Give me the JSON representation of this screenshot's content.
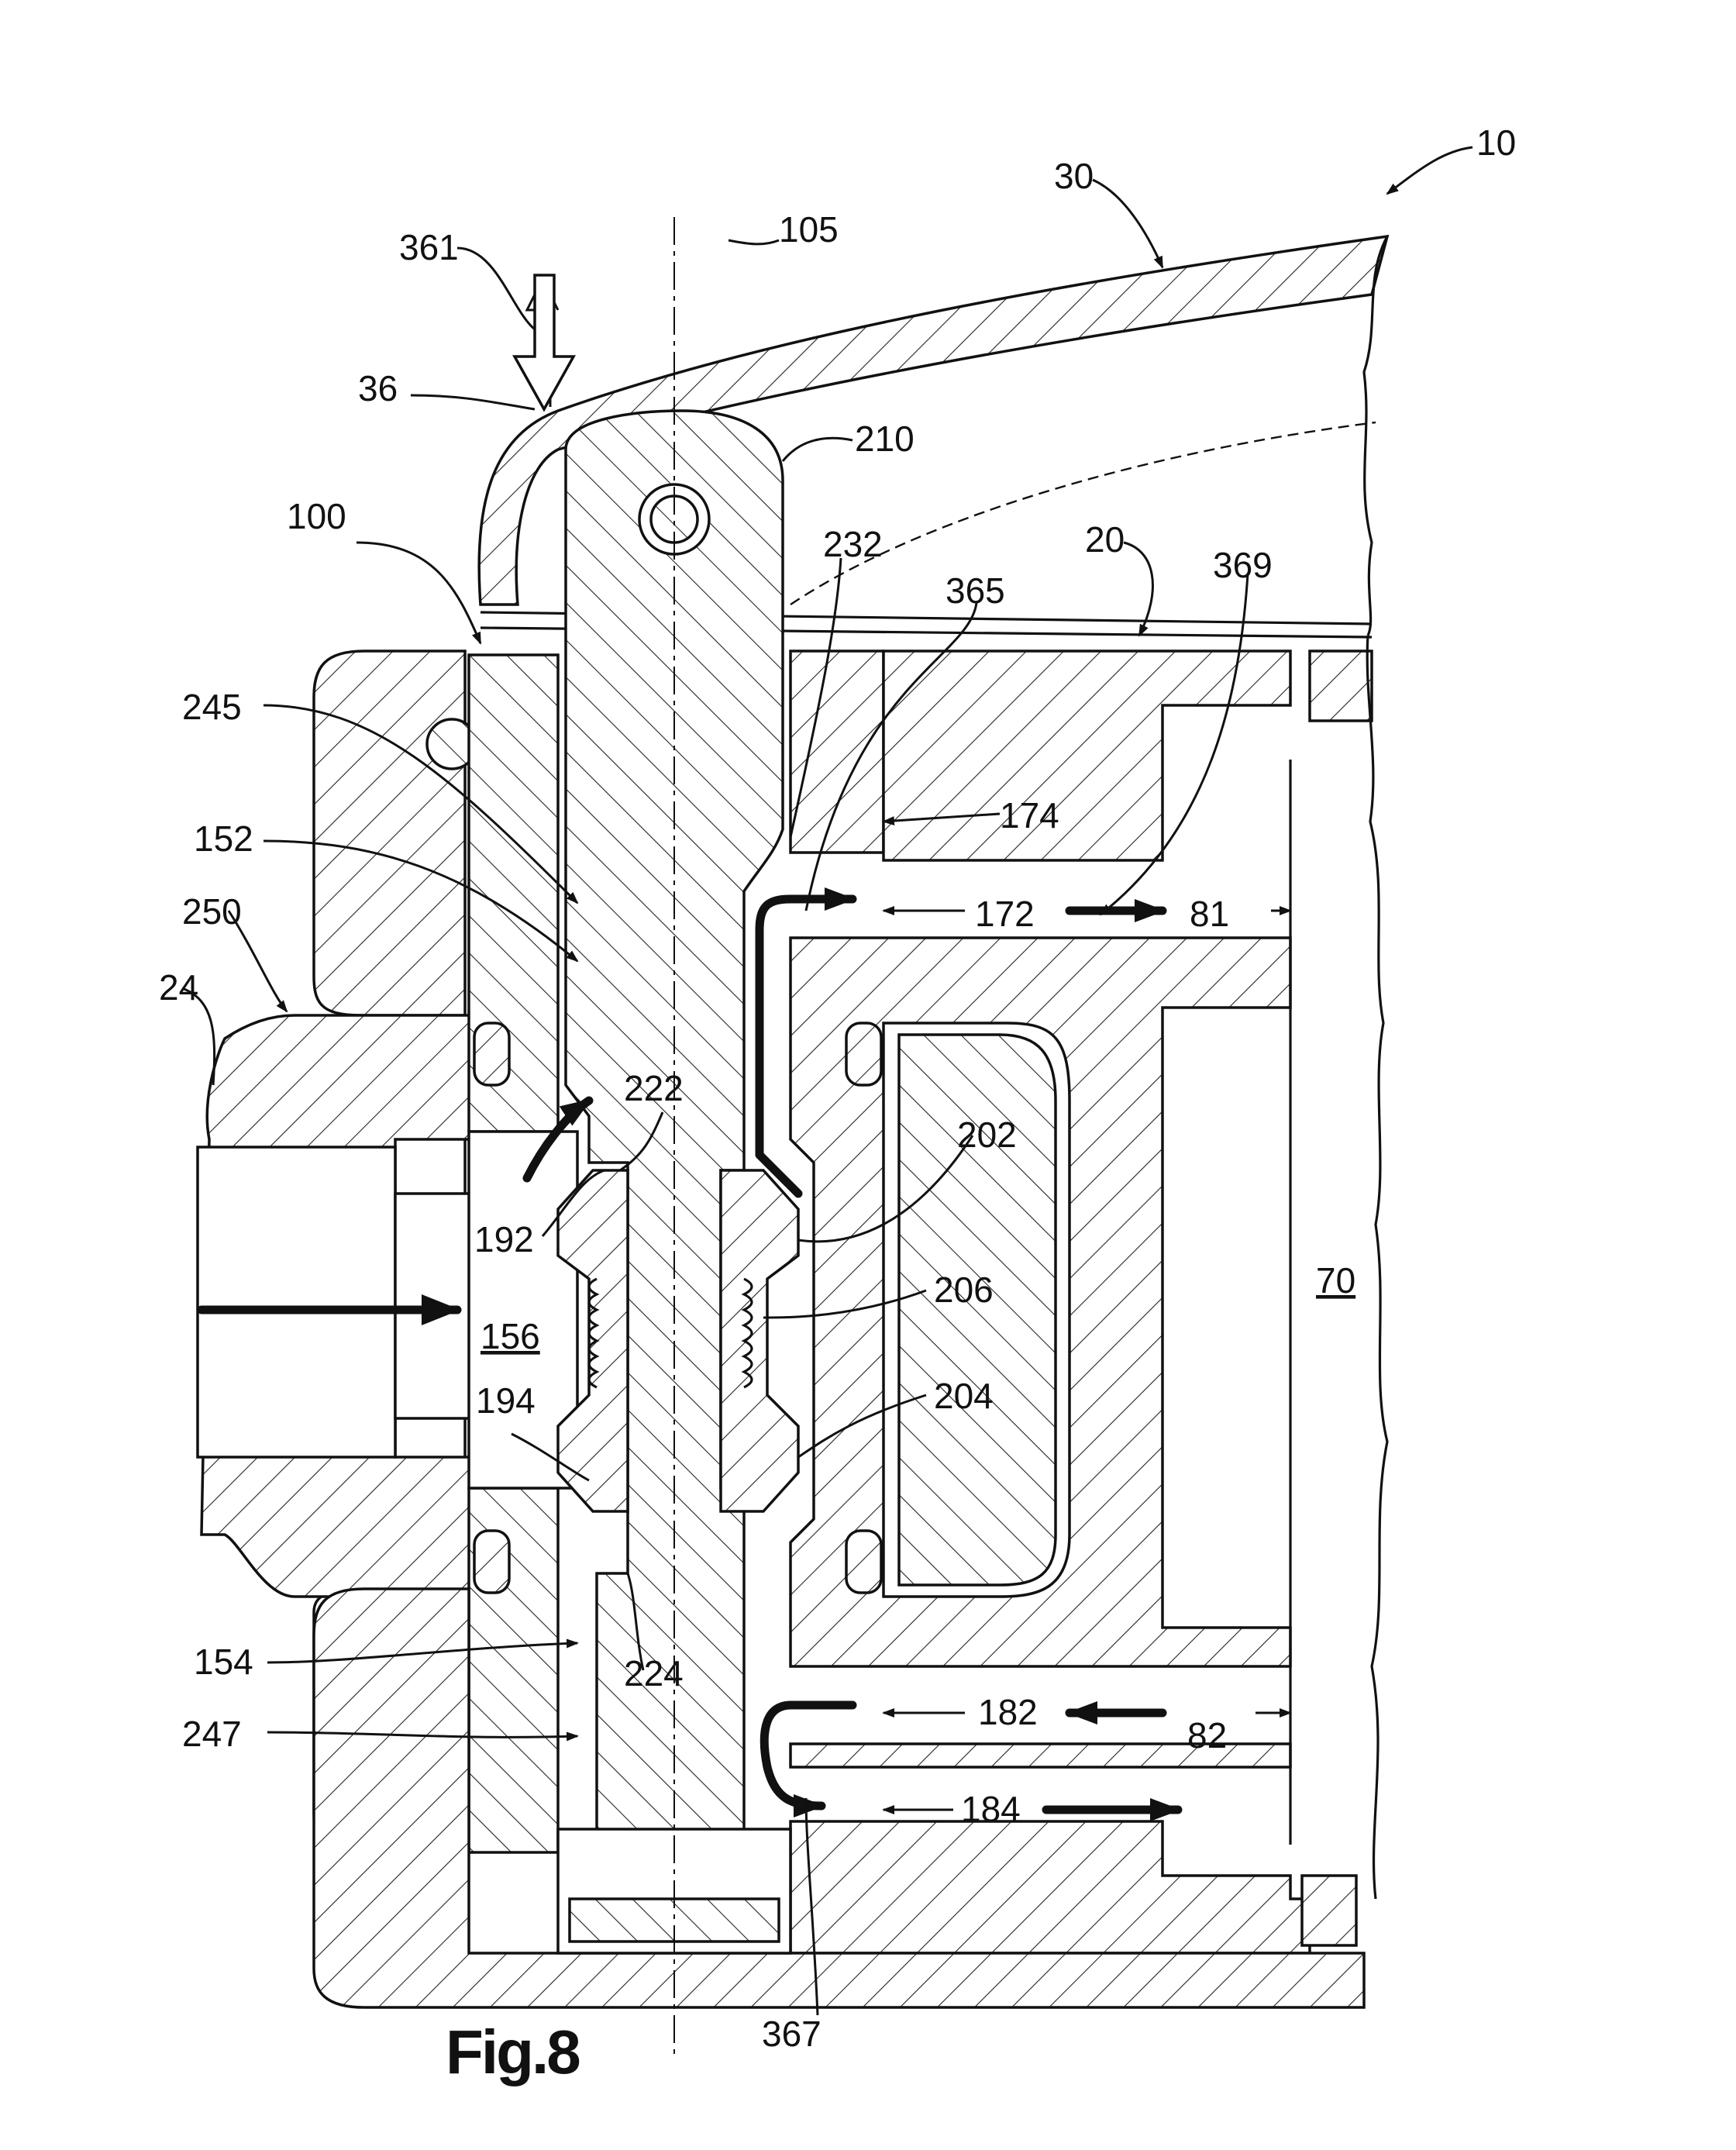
{
  "figure": {
    "title": "Fig.8",
    "labels": {
      "l10": "10",
      "l30": "30",
      "l105": "105",
      "l361": "361",
      "l36": "36",
      "l210": "210",
      "l100": "100",
      "l232": "232",
      "l20": "20",
      "l365": "365",
      "l369": "369",
      "l245": "245",
      "l174": "174",
      "l152": "152",
      "l172": "172",
      "l81": "81",
      "l250": "250",
      "l24": "24",
      "l222": "222",
      "l202": "202",
      "l192": "192",
      "l206": "206",
      "l156": "156",
      "l70": "70",
      "l194": "194",
      "l204": "204",
      "l154": "154",
      "l224": "224",
      "l182": "182",
      "l82": "82",
      "l247": "247",
      "l184": "184",
      "l367": "367"
    }
  }
}
